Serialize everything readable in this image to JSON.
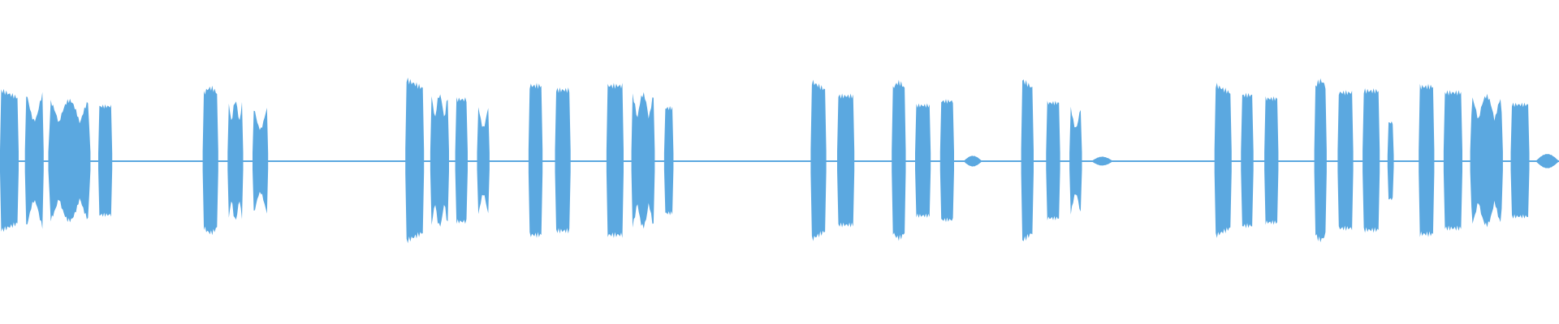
{
  "waveform": {
    "color": "#5BA8E0",
    "background": "#FFFFFF",
    "baseline_amplitude": 0.012,
    "segments": [
      {
        "start": 0.0,
        "end": 0.012,
        "peak": 0.8,
        "shape": "fall"
      },
      {
        "start": 0.016,
        "end": 0.028,
        "peak": 0.76,
        "shape": "wave"
      },
      {
        "start": 0.031,
        "end": 0.058,
        "peak": 0.68,
        "shape": "double"
      },
      {
        "start": 0.063,
        "end": 0.072,
        "peak": 0.64,
        "shape": "flat"
      },
      {
        "start": 0.13,
        "end": 0.14,
        "peak": 0.82,
        "shape": "rise"
      },
      {
        "start": 0.146,
        "end": 0.156,
        "peak": 0.67,
        "shape": "double"
      },
      {
        "start": 0.162,
        "end": 0.172,
        "peak": 0.6,
        "shape": "wave"
      },
      {
        "start": 0.26,
        "end": 0.272,
        "peak": 0.92,
        "shape": "fall"
      },
      {
        "start": 0.276,
        "end": 0.288,
        "peak": 0.74,
        "shape": "double"
      },
      {
        "start": 0.292,
        "end": 0.3,
        "peak": 0.72,
        "shape": "flat"
      },
      {
        "start": 0.306,
        "end": 0.314,
        "peak": 0.63,
        "shape": "wave"
      },
      {
        "start": 0.339,
        "end": 0.348,
        "peak": 0.88,
        "shape": "flat"
      },
      {
        "start": 0.356,
        "end": 0.366,
        "peak": 0.83,
        "shape": "flat"
      },
      {
        "start": 0.389,
        "end": 0.4,
        "peak": 0.88,
        "shape": "flat"
      },
      {
        "start": 0.405,
        "end": 0.42,
        "peak": 0.75,
        "shape": "double"
      },
      {
        "start": 0.426,
        "end": 0.432,
        "peak": 0.62,
        "shape": "flat"
      },
      {
        "start": 0.52,
        "end": 0.53,
        "peak": 0.9,
        "shape": "fall"
      },
      {
        "start": 0.537,
        "end": 0.548,
        "peak": 0.76,
        "shape": "flat"
      },
      {
        "start": 0.572,
        "end": 0.581,
        "peak": 0.88,
        "shape": "rise"
      },
      {
        "start": 0.587,
        "end": 0.597,
        "peak": 0.65,
        "shape": "flat"
      },
      {
        "start": 0.603,
        "end": 0.612,
        "peak": 0.7,
        "shape": "flat"
      },
      {
        "start": 0.618,
        "end": 0.63,
        "peak": 0.06,
        "shape": "blip"
      },
      {
        "start": 0.655,
        "end": 0.663,
        "peak": 0.92,
        "shape": "fall"
      },
      {
        "start": 0.671,
        "end": 0.68,
        "peak": 0.68,
        "shape": "flat"
      },
      {
        "start": 0.686,
        "end": 0.694,
        "peak": 0.62,
        "shape": "wave"
      },
      {
        "start": 0.7,
        "end": 0.714,
        "peak": 0.05,
        "shape": "blip"
      },
      {
        "start": 0.779,
        "end": 0.79,
        "peak": 0.86,
        "shape": "fall"
      },
      {
        "start": 0.796,
        "end": 0.804,
        "peak": 0.77,
        "shape": "flat"
      },
      {
        "start": 0.811,
        "end": 0.82,
        "peak": 0.73,
        "shape": "flat"
      },
      {
        "start": 0.843,
        "end": 0.851,
        "peak": 0.9,
        "shape": "rise"
      },
      {
        "start": 0.858,
        "end": 0.868,
        "peak": 0.8,
        "shape": "flat"
      },
      {
        "start": 0.874,
        "end": 0.885,
        "peak": 0.82,
        "shape": "flat"
      },
      {
        "start": 0.89,
        "end": 0.894,
        "peak": 0.45,
        "shape": "flat"
      },
      {
        "start": 0.91,
        "end": 0.92,
        "peak": 0.87,
        "shape": "flat"
      },
      {
        "start": 0.926,
        "end": 0.938,
        "peak": 0.8,
        "shape": "flat"
      },
      {
        "start": 0.943,
        "end": 0.964,
        "peak": 0.73,
        "shape": "double"
      },
      {
        "start": 0.969,
        "end": 0.981,
        "peak": 0.66,
        "shape": "flat"
      },
      {
        "start": 0.985,
        "end": 1.0,
        "peak": 0.08,
        "shape": "blip"
      }
    ]
  }
}
